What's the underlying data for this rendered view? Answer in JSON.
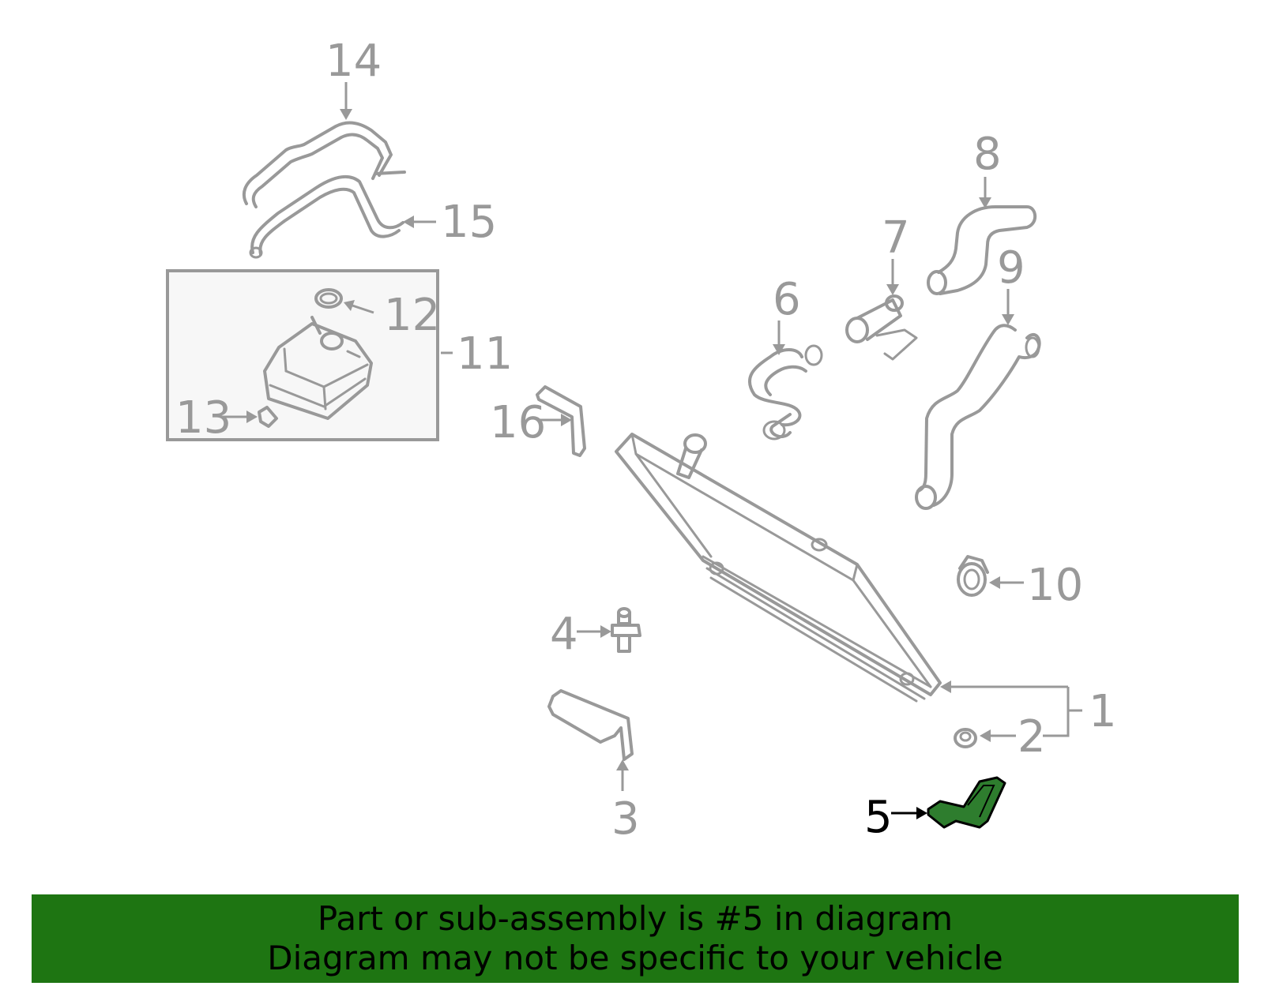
{
  "callouts": {
    "c1": "1",
    "c2": "2",
    "c3": "3",
    "c4": "4",
    "c5": "5",
    "c6": "6",
    "c7": "7",
    "c8": "8",
    "c9": "9",
    "c10": "10",
    "c11": "11",
    "c12": "12",
    "c13": "13",
    "c14": "14",
    "c15": "15",
    "c16": "16"
  },
  "highlighted_part": "5",
  "colors": {
    "line": "#999999",
    "highlight_fill": "#2e7d2e",
    "banner": "#1e7512",
    "inset_box": "#f7f7f7"
  },
  "banner": {
    "line1": "Part or sub-assembly is #5 in diagram",
    "line2": "Diagram may not be specific to your vehicle"
  }
}
